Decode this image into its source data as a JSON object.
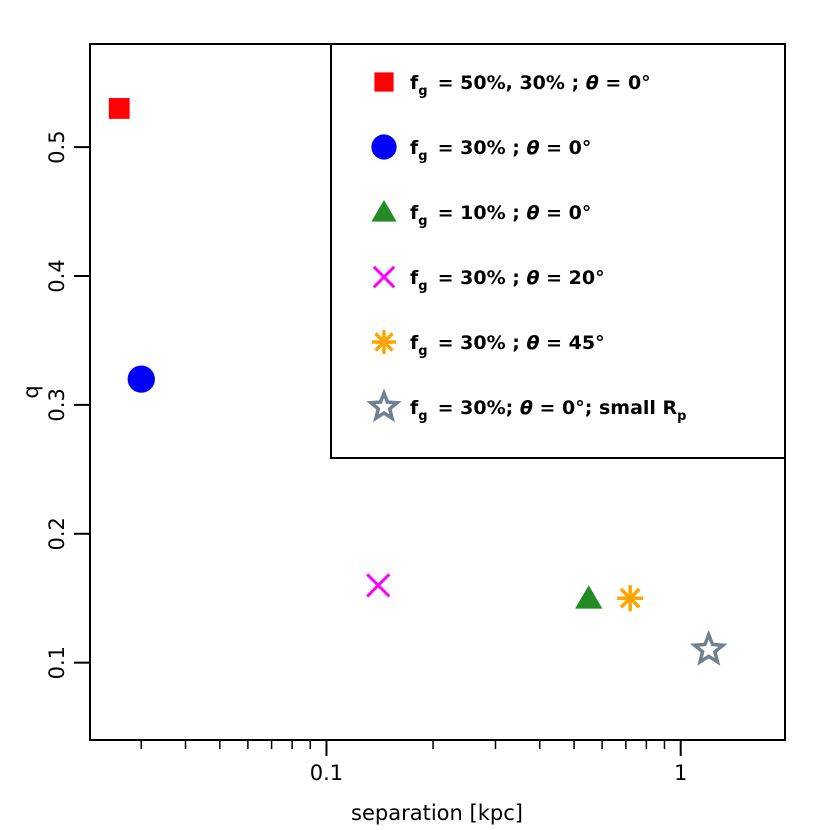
{
  "chart_data": {
    "type": "scatter",
    "xlabel": "separation [kpc]",
    "ylabel": "q",
    "xscale": "log",
    "xlim": [
      0.0215,
      1.97
    ],
    "ylim": [
      0.04,
      0.58
    ],
    "x_ticks": [
      {
        "value": 0.1,
        "label": "0.1"
      },
      {
        "value": 1,
        "label": "1"
      }
    ],
    "x_minor_ticks": [
      0.03,
      0.04,
      0.05,
      0.06,
      0.07,
      0.08,
      0.09,
      0.2,
      0.3,
      0.4,
      0.5,
      0.6,
      0.7,
      0.8,
      0.9
    ],
    "y_ticks": [
      {
        "value": 0.1,
        "label": "0.1"
      },
      {
        "value": 0.2,
        "label": "0.2"
      },
      {
        "value": 0.3,
        "label": "0.3"
      },
      {
        "value": 0.4,
        "label": "0.4"
      },
      {
        "value": 0.5,
        "label": "0.5"
      }
    ],
    "grid": false,
    "legend_position": "top-right",
    "series": [
      {
        "marker": "square",
        "color": "#ff0000",
        "x": 0.026,
        "y": 0.53,
        "legend": {
          "pre": "= 50%, 30% ; ",
          "post": " = 0°",
          "suffix": ""
        }
      },
      {
        "marker": "circle",
        "color": "#0000ff",
        "x": 0.03,
        "y": 0.32,
        "legend": {
          "pre": "= 30% ; ",
          "post": " = 0°",
          "suffix": ""
        }
      },
      {
        "marker": "triangle",
        "color": "#228b22",
        "x": 0.55,
        "y": 0.15,
        "legend": {
          "pre": "= 10% ; ",
          "post": " = 0°",
          "suffix": ""
        }
      },
      {
        "marker": "cross",
        "color": "#ff00ff",
        "x": 0.14,
        "y": 0.16,
        "legend": {
          "pre": "= 30% ; ",
          "post": " = 20°",
          "suffix": ""
        }
      },
      {
        "marker": "asterisk",
        "color": "#ffa500",
        "x": 0.72,
        "y": 0.15,
        "legend": {
          "pre": "= 30% ; ",
          "post": " = 45°",
          "suffix": ""
        }
      },
      {
        "marker": "star",
        "color": "#708090",
        "x": 1.2,
        "y": 0.11,
        "legend": {
          "pre": "= 30%; ",
          "post": " = 0°; small R",
          "suffix": "p"
        }
      }
    ],
    "legend_symbols": {
      "f": "f",
      "f_sub": "g",
      "theta": "θ"
    }
  }
}
